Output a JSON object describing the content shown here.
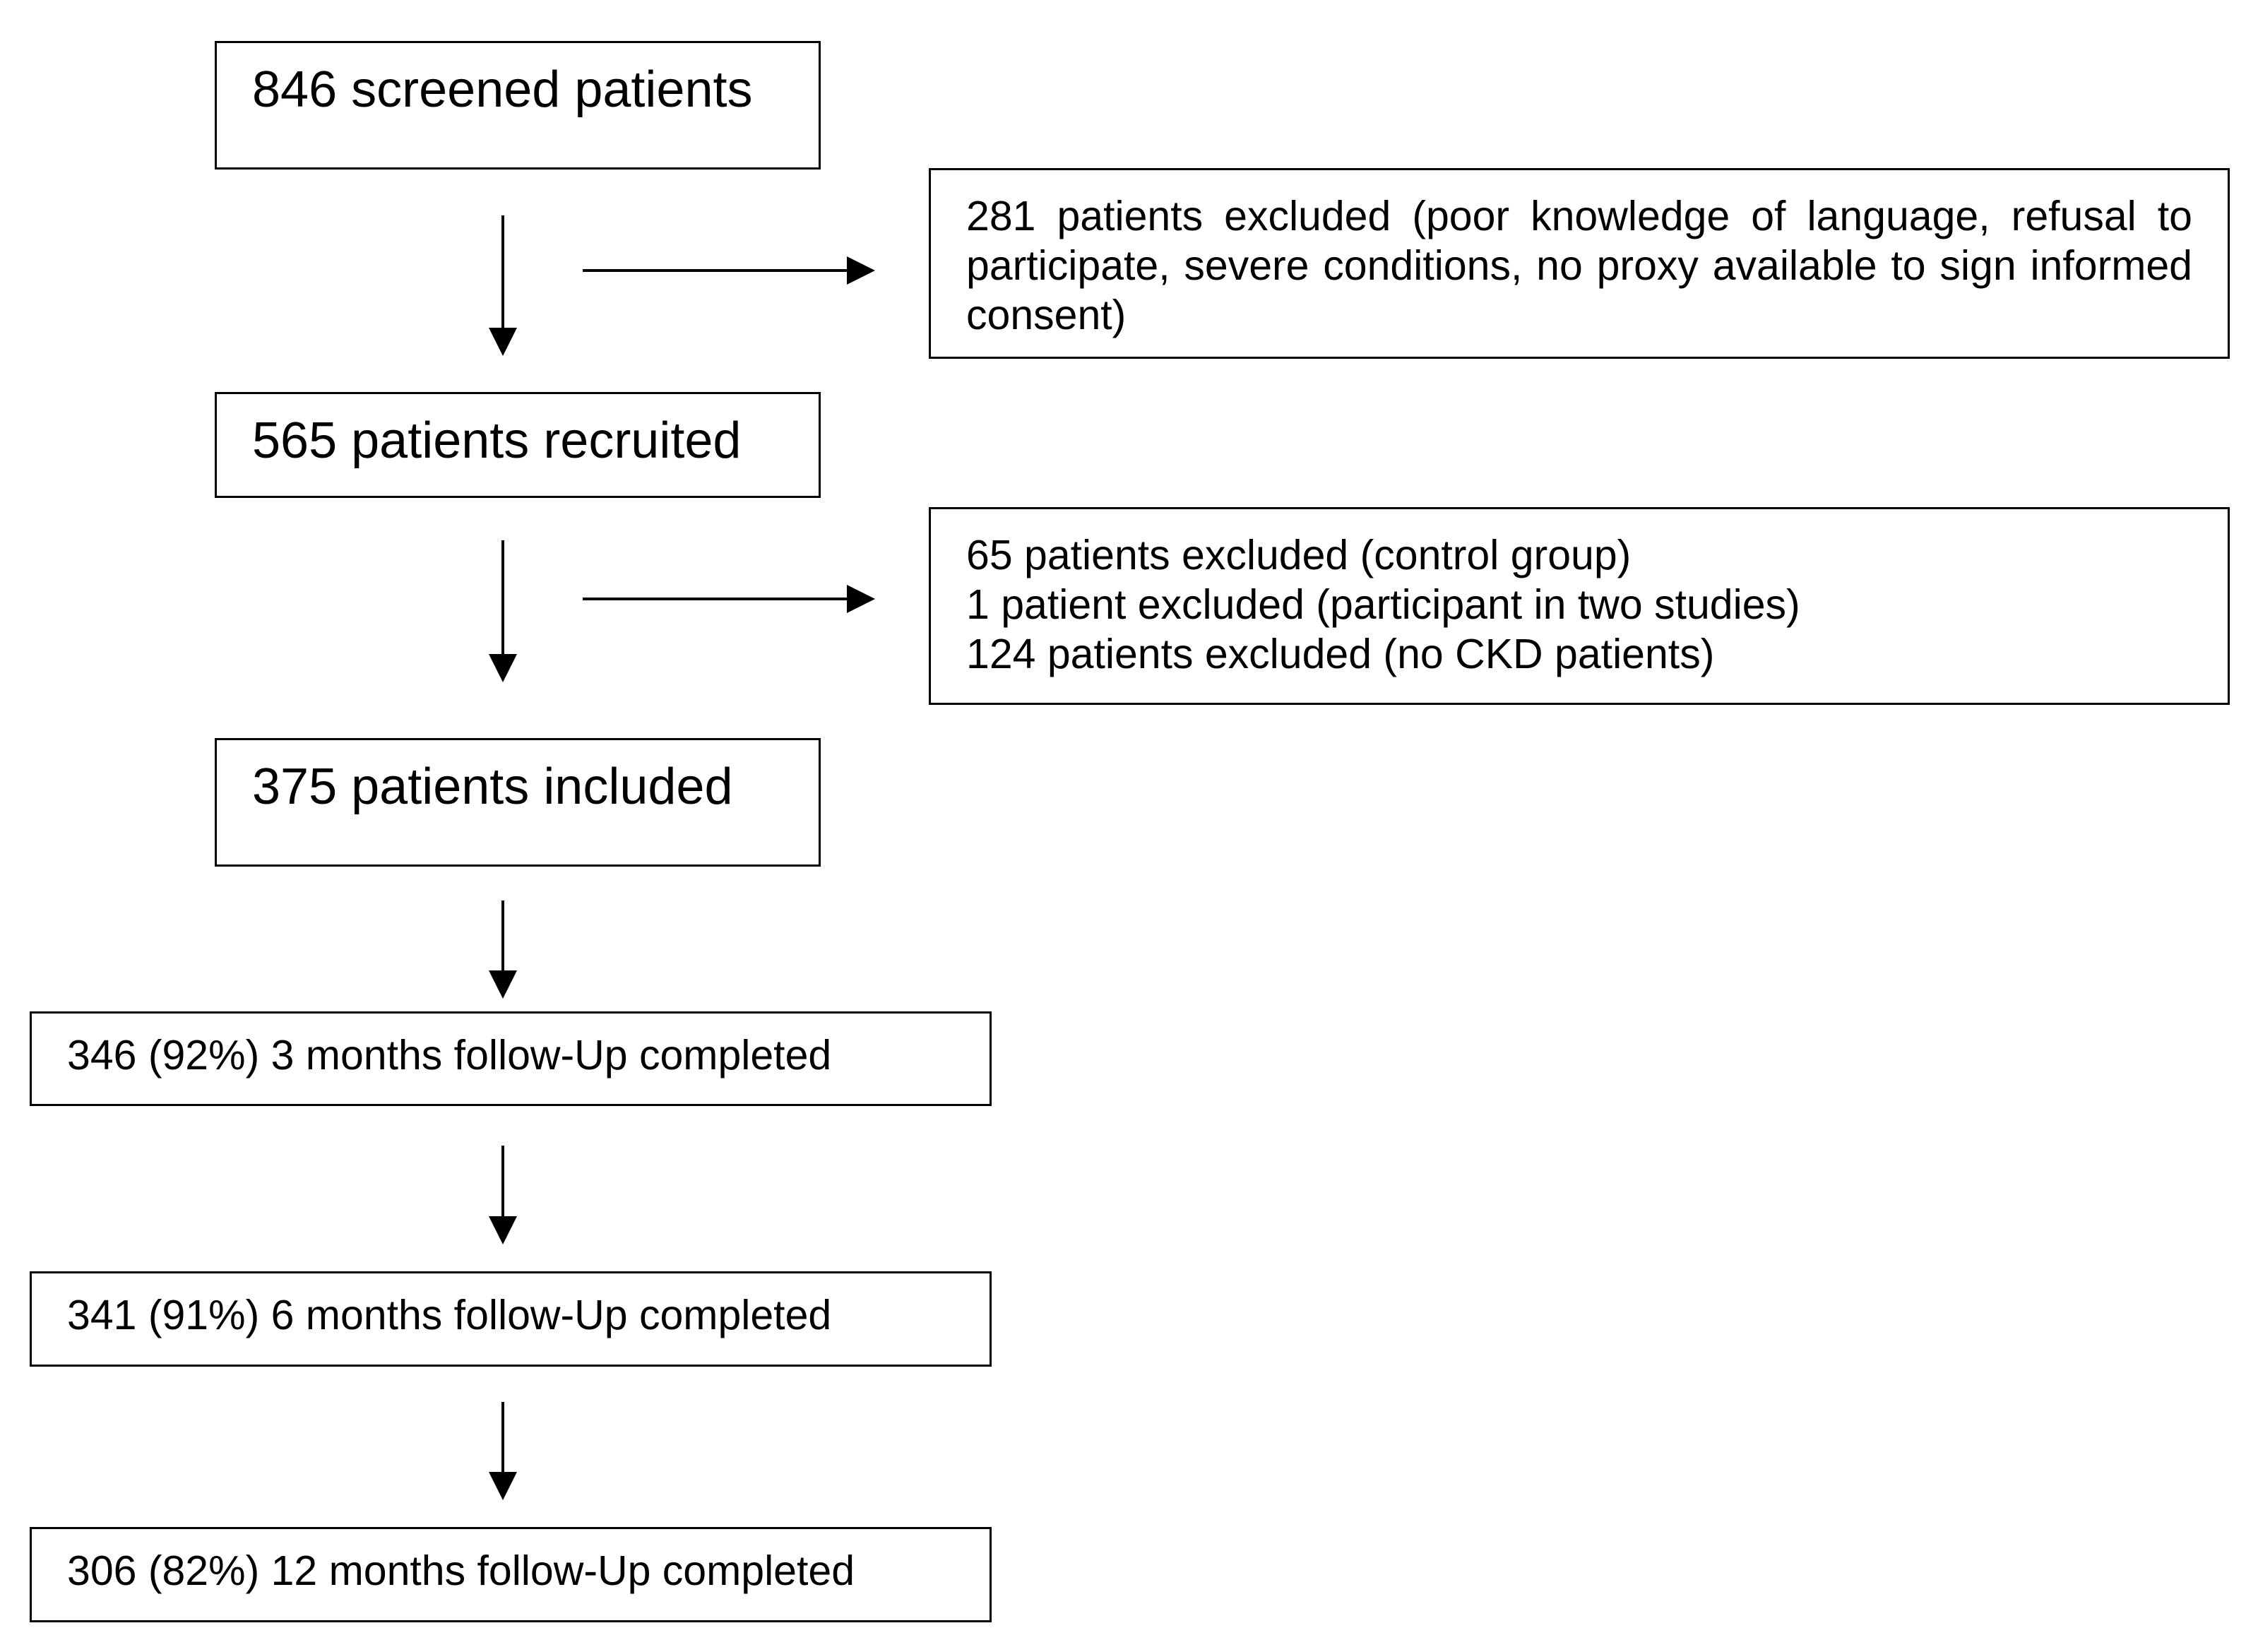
{
  "flow": {
    "screened": "846 screened patients",
    "recruited": "565 patients recruited",
    "included": "375 patients included",
    "followup_3": "346 (92%) 3 months follow-Up completed",
    "followup_6": "341 (91%) 6 months follow-Up completed",
    "followup_12": "306 (82%) 12 months follow-Up completed"
  },
  "exclusions": {
    "first": "281 patients excluded (poor knowledge of language, refusal to participate, severe conditions, no proxy available to sign informed consent)",
    "second": [
      "65 patients excluded (control group)",
      "1 patient excluded (participant in two studies)",
      "124 patients excluded (no CKD patients)"
    ]
  },
  "colors": {
    "line": "#000000",
    "background": "#ffffff"
  }
}
